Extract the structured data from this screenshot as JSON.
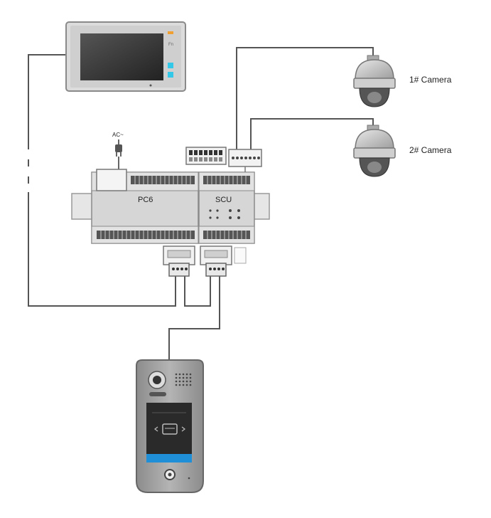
{
  "labels": {
    "power": "AC~",
    "pc6": "PC6",
    "scu": "SCU",
    "camera1": "1# Camera",
    "camera2": "2# Camera"
  },
  "colors": {
    "wire": "#555555",
    "device_body": "#d8d8d8",
    "device_edge": "#8a8a8a",
    "monitor_screen": "#3a3a3a",
    "monitor_button": "#33c8e8",
    "monitor_led": "#f0a030",
    "door_panel_body": "#9a9a9a",
    "door_panel_dark": "#2a2a2a",
    "door_panel_blue": "#1f8fd8",
    "camera_body": "#c8c8c8"
  },
  "icons": {
    "monitor": "indoor-monitor-icon",
    "power": "ac-plug-icon",
    "camera": "ptz-dome-camera-icon",
    "door_station": "outdoor-door-station-icon"
  }
}
